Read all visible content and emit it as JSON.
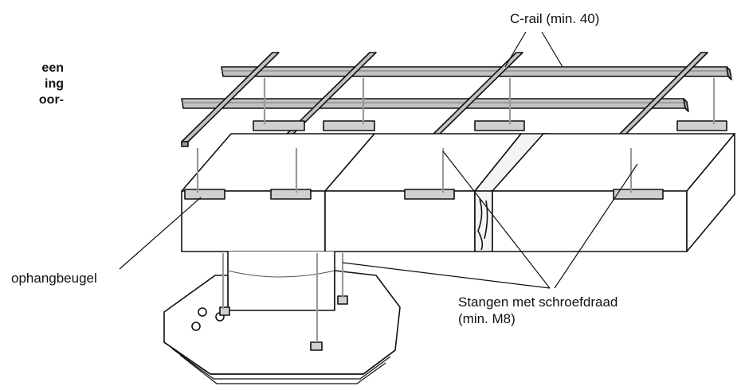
{
  "side_note": {
    "lines": [
      "een",
      "ing",
      "oor-"
    ]
  },
  "labels": {
    "c_rail": "C-rail (min. 40)",
    "bracket": "ophangbeugel",
    "rods_line1": "Stangen met schroefdraad",
    "rods_line2": "(min. M8)"
  },
  "colors": {
    "rail_fill": "#bdbdbd",
    "line": "#111111",
    "rod": "#9a9a9a",
    "bracket_fill": "#d0d0d0"
  }
}
